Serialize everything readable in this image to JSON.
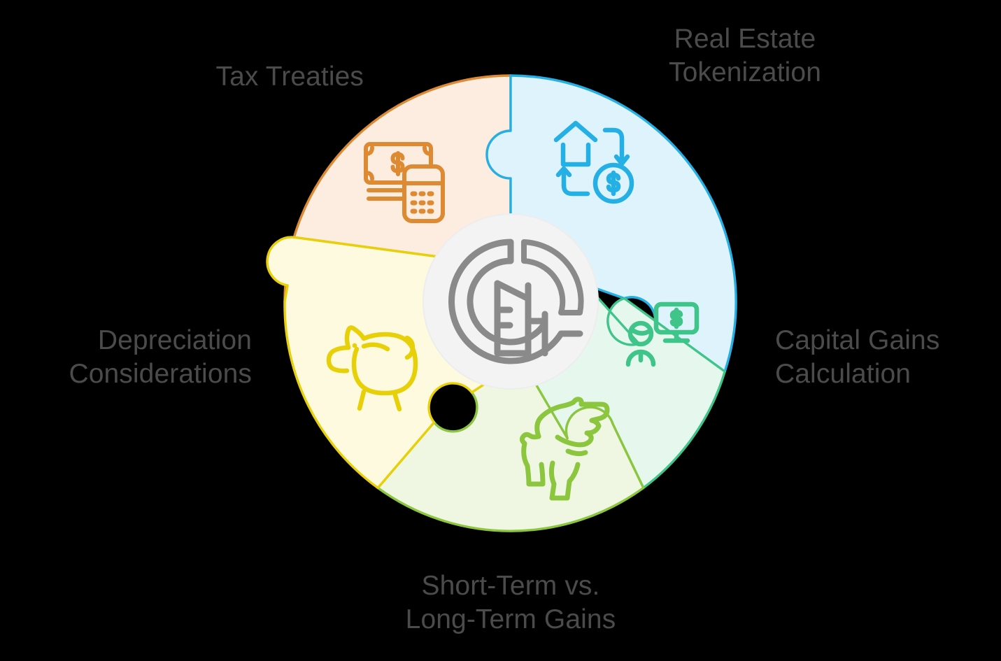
{
  "diagram": {
    "type": "puzzle-wheel",
    "segment_count": 5,
    "center": {
      "icon": "chart-building-logo-icon",
      "fill": "#F4F3F3",
      "stroke": "#8A8A8A"
    },
    "background": "#000000",
    "label_color": "#4B4B4B"
  },
  "segments": [
    {
      "id": "tax-treaties",
      "label": "Tax Treaties",
      "icon": "banknote-calculator-icon",
      "stroke": "#DD8A33",
      "fill": "#FCEDE0",
      "position": "top-left"
    },
    {
      "id": "real-estate-tokenization",
      "label": "Real Estate\nTokenization",
      "icon": "house-exchange-dollar-icon",
      "stroke": "#25B0E5",
      "fill": "#DFF3FC",
      "position": "top-right"
    },
    {
      "id": "capital-gains-calculation",
      "label": "Capital Gains\nCalculation",
      "icon": "person-monitor-dollar-icon",
      "stroke": "#3FC48A",
      "fill": "#E6F7EE",
      "position": "right"
    },
    {
      "id": "short-term-vs-long-term-gains",
      "label": "Short-Term vs.\nLong-Term Gains",
      "icon": "bear-market-icon",
      "stroke": "#8CC63F",
      "fill": "#EFF7E2",
      "position": "bottom"
    },
    {
      "id": "depreciation-considerations",
      "label": "Depreciation\nConsiderations",
      "icon": "piggy-bank-icon",
      "stroke": "#E8D008",
      "fill": "#FDFAE0",
      "position": "left"
    }
  ]
}
